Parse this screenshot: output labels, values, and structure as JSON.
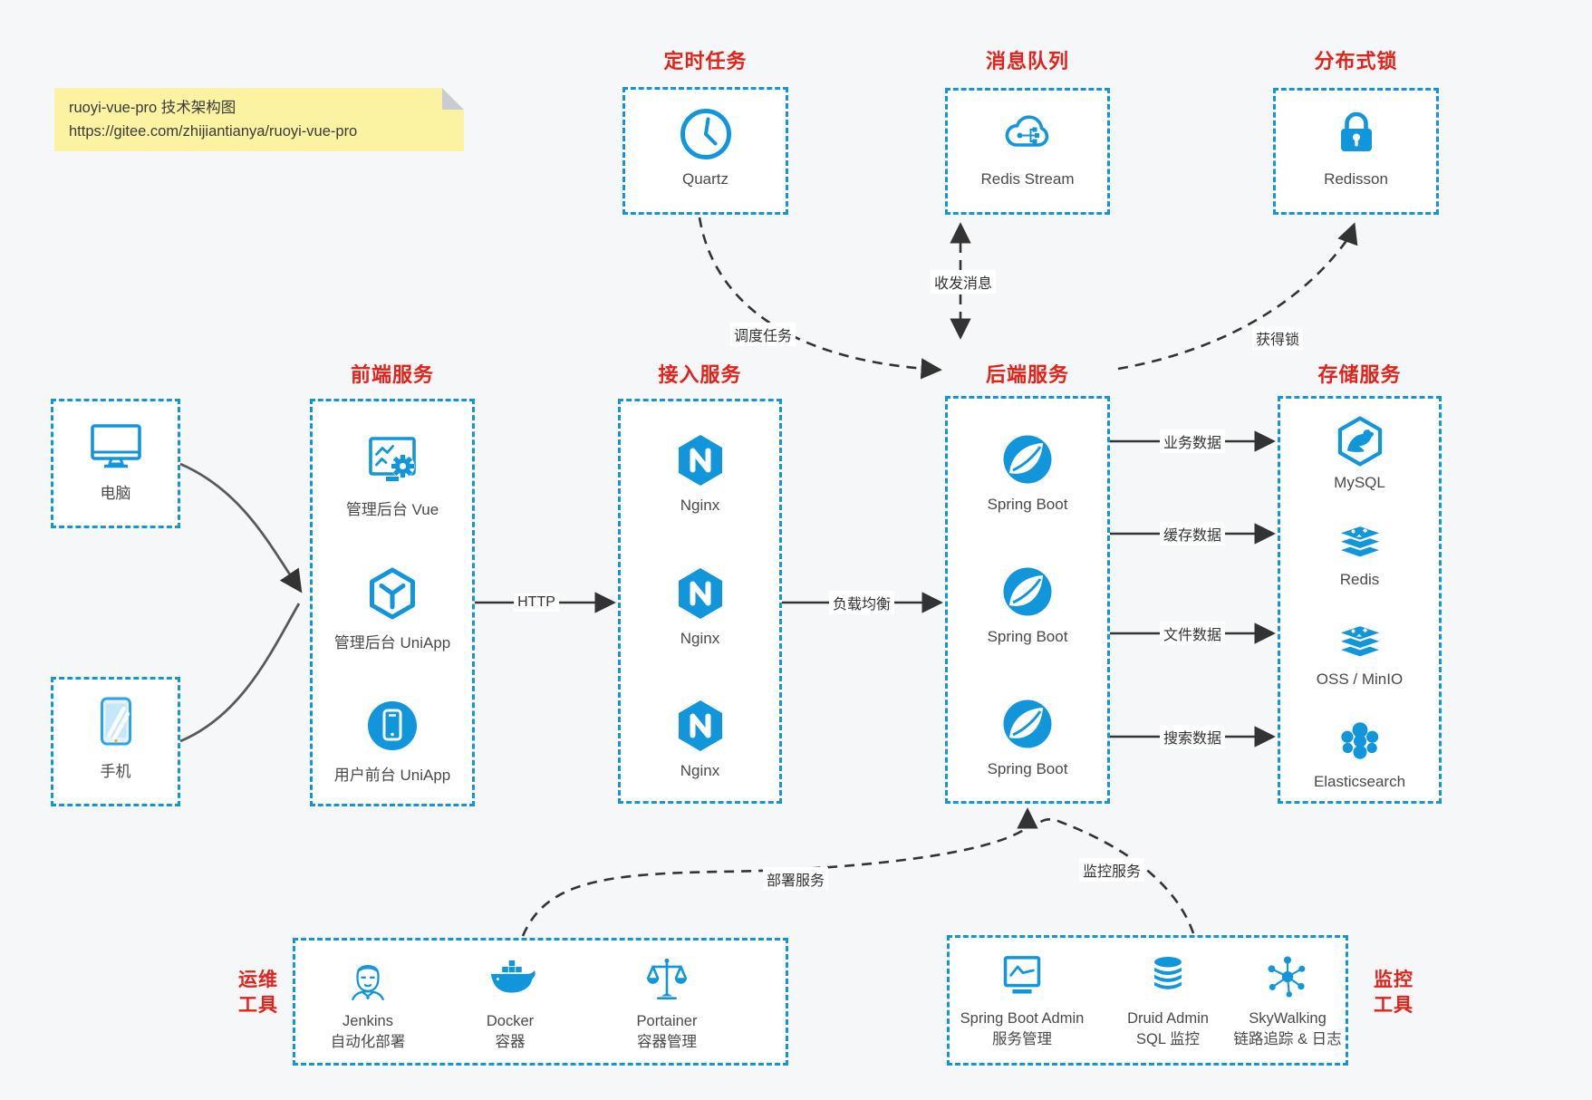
{
  "colors": {
    "accent_blue": "#1296db",
    "title_red": "#e2231a",
    "line_black": "#333333",
    "line_gray": "#595959",
    "background": "#f6f7f8",
    "note_yellow": "#fbf3a1"
  },
  "note": {
    "line1": "ruoyi-vue-pro 技术架构图",
    "line2": "https://gitee.com/zhijiantianya/ruoyi-vue-pro"
  },
  "top_groups": {
    "scheduler": {
      "title": "定时任务",
      "label": "Quartz",
      "icon": "clock-icon"
    },
    "mq": {
      "title": "消息队列",
      "label": "Redis Stream",
      "icon": "cloud-stream-icon"
    },
    "lock": {
      "title": "分布式锁",
      "label": "Redisson",
      "icon": "lock-icon"
    }
  },
  "clients": {
    "pc": {
      "label": "电脑",
      "icon": "computer-icon"
    },
    "mobile": {
      "label": "手机",
      "icon": "phone-icon"
    }
  },
  "frontend": {
    "title": "前端服务",
    "items": [
      {
        "label": "管理后台 Vue",
        "icon": "admin-vue-icon"
      },
      {
        "label": "管理后台 UniApp",
        "icon": "uniapp-hexagon-icon"
      },
      {
        "label": "用户前台 UniApp",
        "icon": "user-uniapp-icon"
      }
    ]
  },
  "access": {
    "title": "接入服务",
    "items": [
      {
        "label": "Nginx",
        "icon": "nginx-icon"
      },
      {
        "label": "Nginx",
        "icon": "nginx-icon"
      },
      {
        "label": "Nginx",
        "icon": "nginx-icon"
      }
    ]
  },
  "backend": {
    "title": "后端服务",
    "items": [
      {
        "label": "Spring Boot",
        "icon": "spring-icon"
      },
      {
        "label": "Spring Boot",
        "icon": "spring-icon"
      },
      {
        "label": "Spring Boot",
        "icon": "spring-icon"
      }
    ]
  },
  "storage": {
    "title": "存储服务",
    "items": [
      {
        "label": "MySQL",
        "icon": "mysql-icon"
      },
      {
        "label": "Redis",
        "icon": "redis-stack-icon"
      },
      {
        "label": "OSS / MinIO",
        "icon": "oss-minio-stack-icon"
      },
      {
        "label": "Elasticsearch",
        "icon": "elasticsearch-icon"
      }
    ]
  },
  "ops": {
    "title_line1": "运维",
    "title_line2": "工具",
    "items": [
      {
        "name": "Jenkins",
        "desc": "自动化部署",
        "icon": "jenkins-icon"
      },
      {
        "name": "Docker",
        "desc": "容器",
        "icon": "docker-icon"
      },
      {
        "name": "Portainer",
        "desc": "容器管理",
        "icon": "portainer-scales-icon"
      }
    ]
  },
  "monitor": {
    "title_line1": "监控",
    "title_line2": "工具",
    "items": [
      {
        "name": "Spring Boot Admin",
        "desc": "服务管理",
        "icon": "sba-monitor-icon"
      },
      {
        "name": "Druid Admin",
        "desc": "SQL 监控",
        "icon": "druid-database-icon"
      },
      {
        "name": "SkyWalking",
        "desc": "链路追踪 & 日志",
        "icon": "skywalking-network-icon"
      }
    ]
  },
  "edges": {
    "http": "HTTP",
    "load_balance": "负载均衡",
    "biz_data": "业务数据",
    "cache_data": "缓存数据",
    "file_data": "文件数据",
    "search_data": "搜索数据",
    "schedule": "调度任务",
    "messaging": "收发消息",
    "get_lock": "获得锁",
    "deploy": "部署服务",
    "monitoring": "监控服务"
  }
}
